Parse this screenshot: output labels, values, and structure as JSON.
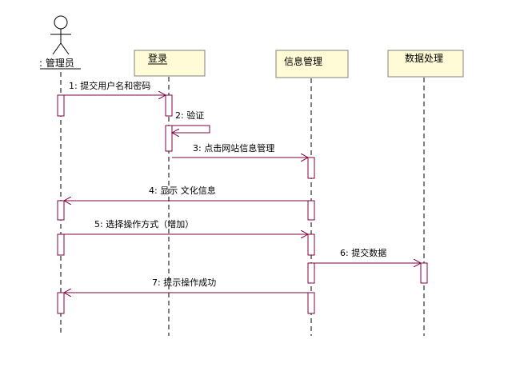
{
  "colors": {
    "box_fill": "#fffbd6",
    "box_border": "#808080",
    "line_color": "#800040",
    "lifeline_color": "#000000",
    "activation_fill": "#ffffff"
  },
  "participants": {
    "actor": {
      "label": ": 管理员",
      "icon": "stick-figure-icon"
    },
    "login": {
      "label": "登录"
    },
    "info_mgmt": {
      "label": "信息管理"
    },
    "data_proc": {
      "label": "数据处理"
    }
  },
  "messages": [
    {
      "label": "1: 提交用户名和密码",
      "from": "actor",
      "to": "login"
    },
    {
      "label": "2: 验证",
      "from": "login",
      "to": "login"
    },
    {
      "label": "3: 点击网站信息管理",
      "from": "login",
      "to": "info_mgmt"
    },
    {
      "label": "4: 显示 文化信息",
      "from": "info_mgmt",
      "to": "actor"
    },
    {
      "label": "5: 选择操作方式（增加）",
      "from": "actor",
      "to": "info_mgmt"
    },
    {
      "label": "6: 提交数据",
      "from": "info_mgmt",
      "to": "data_proc"
    },
    {
      "label": "7: 提示操作成功",
      "from": "info_mgmt",
      "to": "actor"
    }
  ]
}
